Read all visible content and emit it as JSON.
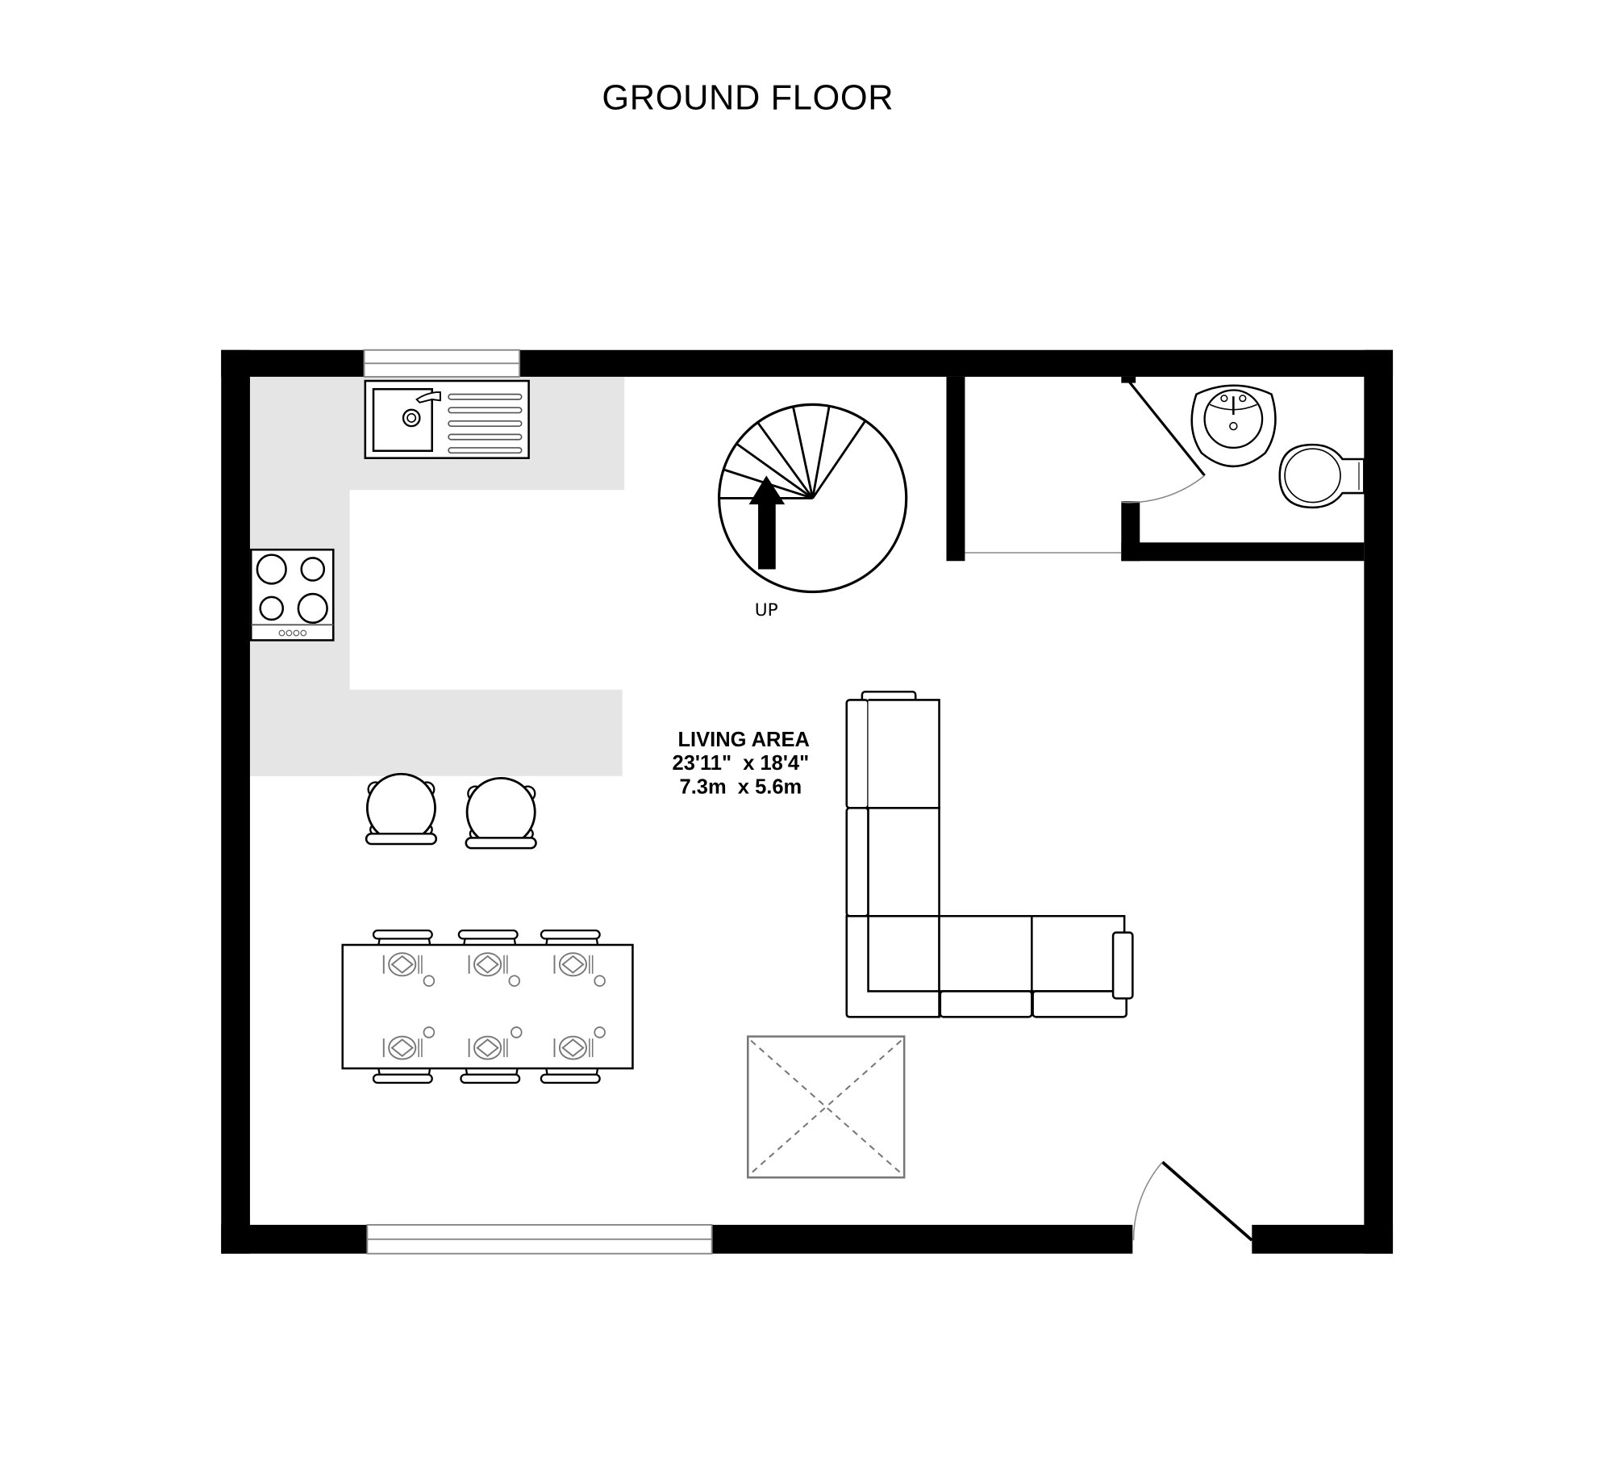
{
  "title": "GROUND FLOOR",
  "rooms": [
    {
      "name": "LIVING AREA",
      "dim_imperial": "23'11\"  x 18'4\"",
      "dim_metric": "7.3m  x 5.6m"
    }
  ],
  "stairs": {
    "label": "UP",
    "type": "spiral"
  },
  "colors": {
    "wall": "#000000",
    "kitchen_counter": "#e5e5e5",
    "background": "#ffffff",
    "fixture_line": "#777777"
  },
  "fixtures": {
    "kitchen": [
      "sink-with-drainer",
      "hob-4-burner",
      "bar-stool",
      "bar-stool"
    ],
    "dining": {
      "table": "rectangular",
      "chairs": 6,
      "place_settings": 6
    },
    "lounge": [
      "l-shaped-sofa",
      "rug-placeholder"
    ],
    "wc": [
      "wash-basin",
      "toilet"
    ],
    "openings": [
      "window-kitchen",
      "window-front",
      "door-front",
      "door-wc"
    ]
  }
}
